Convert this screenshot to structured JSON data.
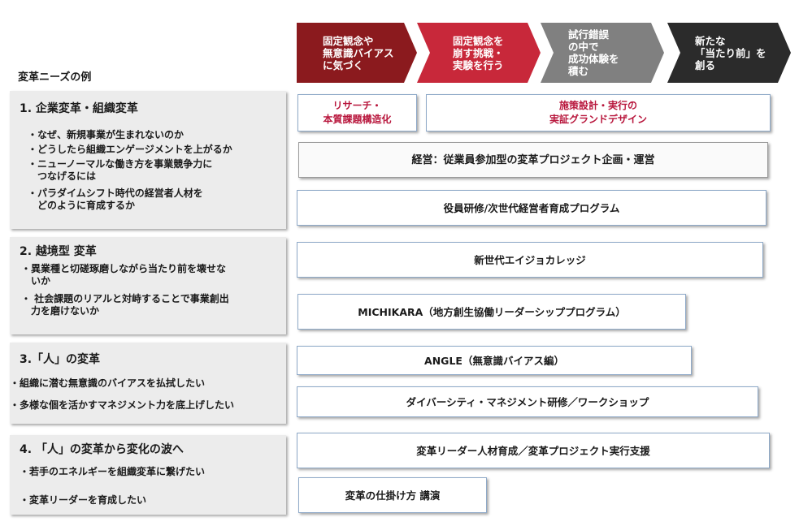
{
  "section_label": "変革ニーズの例",
  "steps": [
    {
      "label": "固定観念や\n無意識バイアス\nに気づく",
      "color": "#8b1a1e"
    },
    {
      "label": "固定観念を\n崩す挑戦・\n実験を行う",
      "color": "#c8283a"
    },
    {
      "label": "試行錯誤\nの中で\n成功体験を\n積む",
      "color": "#808080"
    },
    {
      "label": "新たな\n「当たり前」を\n創る",
      "color": "#2b2b2b"
    }
  ],
  "needs": [
    {
      "title": "1.  企業変革・組織変革",
      "bullets": [
        "・なぜ、新規事業が生まれないのか",
        "・どうしたら組織エンゲージメントを上がるか",
        "・ニューノーマルな働き方を事業競争力に\n　つなげるには",
        "・パラダイムシフト時代の経営者人材を\n　どのように育成するか"
      ]
    },
    {
      "title": "2.  越境型 変革",
      "bullets": [
        "・異業種と切磋琢磨しながら当たり前を壊せな\n　いか",
        "・ 社会課題のリアルと対峙することで事業創出\n　力を磨けないか"
      ]
    },
    {
      "title": "3.「人」の変革",
      "bullets": [
        "・組織に潜む無意識のバイアスを払拭したい",
        "・多様な個を活かすマネジメント力を底上げしたい"
      ]
    },
    {
      "title": "4.  「人」の変革から変化の波へ",
      "bullets": [
        "・若手のエネルギーを組織変革に繋げたい",
        "・変革リーダーを育成したい"
      ]
    }
  ],
  "programs": [
    "リサーチ・\n本質課題構造化",
    "施策設計・実行の\n実証グランドデザイン",
    "経営：従業員参加型の変革プロジェクト企画・運営",
    "役員研修/次世代経営者育成プログラム",
    "新世代エイジョカレッジ",
    "MICHIKARA（地方創生協働リーダーシッププログラム）",
    "ANGLE（無意識バイアス編）",
    "ダイバーシティ・マネジメント研修／ワークショップ",
    "変革リーダー人材育成／変革プロジェクト実行支援",
    "変革の仕掛け方  講演"
  ]
}
